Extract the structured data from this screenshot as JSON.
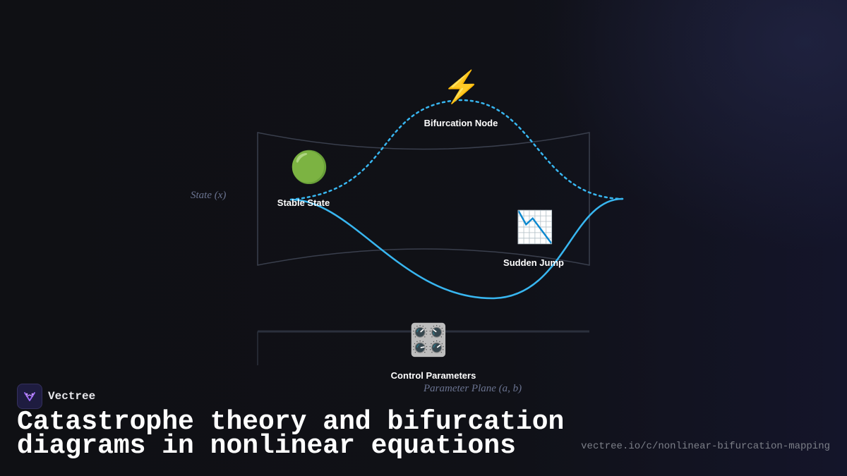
{
  "diagram": {
    "axis_state_label": "State (x)",
    "axis_parameter_label": "Parameter Plane (a, b)",
    "nodes": {
      "bifurcation": {
        "label": "Bifurcation Node",
        "icon": "lightning-icon"
      },
      "stable": {
        "label": "Stable State",
        "icon": "green-circle-icon"
      },
      "jump": {
        "label": "Sudden Jump",
        "icon": "chart-decreasing-icon"
      },
      "control": {
        "label": "Control Parameters",
        "icon": "control-knobs-icon"
      }
    },
    "colors": {
      "curve": "#38b6f0",
      "surface_outline": "#3a3f4d",
      "accent": "#7b5cff"
    }
  },
  "brand": {
    "name": "Vectree"
  },
  "headline": "Catastrophe theory and bifurcation diagrams in nonlinear equations",
  "url": "vectree.io/c/nonlinear-bifurcation-mapping"
}
